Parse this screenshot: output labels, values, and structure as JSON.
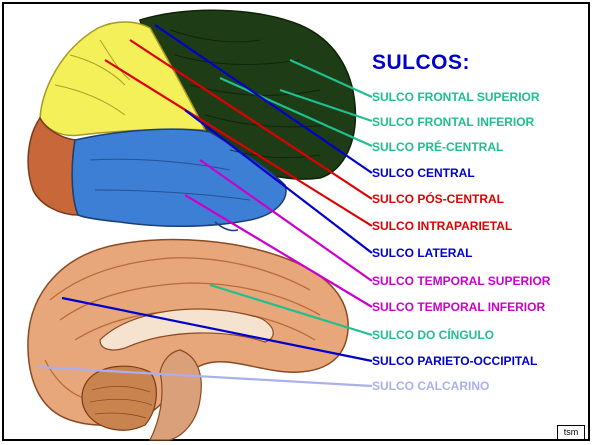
{
  "title": "SULCOS:",
  "colors": {
    "teal": "#1fbf8f",
    "blue": "#0000cc",
    "red": "#e00000",
    "magenta": "#cc00cc",
    "lavender": "#aab0ee"
  },
  "labels": [
    {
      "text": "SULCO FRONTAL SUPERIOR",
      "color": "#1fbf8f"
    },
    {
      "text": "SULCO FRONTAL INFERIOR",
      "color": "#1fbf8f"
    },
    {
      "text": "SULCO PRÉ-CENTRAL",
      "color": "#1fbf8f"
    },
    {
      "text": "SULCO CENTRAL",
      "color": "#0000cc"
    },
    {
      "text": "SULCO PÓS-CENTRAL",
      "color": "#e00000"
    },
    {
      "text": "SULCO INTRAPARIETAL",
      "color": "#e00000"
    },
    {
      "text": "SULCO LATERAL",
      "color": "#0000cc"
    },
    {
      "text": "SULCO TEMPORAL SUPERIOR",
      "color": "#cc00cc"
    },
    {
      "text": "SULCO TEMPORAL INFERIOR",
      "color": "#cc00cc"
    },
    {
      "text": "SULCO DO CÍNGULO",
      "color": "#1fbf8f"
    },
    {
      "text": "SULCO PARIETO-OCCIPITAL",
      "color": "#0000cc"
    },
    {
      "text": "SULCO CALCARINO",
      "color": "#aab0ee"
    }
  ],
  "tag": "tsm"
}
